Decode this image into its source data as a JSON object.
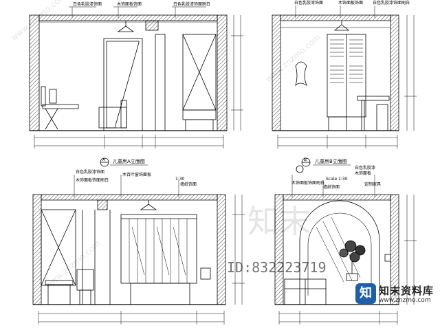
{
  "views": {
    "top_left": {
      "title": "儿童房A立面图",
      "marker": "A",
      "notes": [
        "白色乳胶漆饰面",
        "木饰面板饰面",
        "白色乳胶漆饰面刷白"
      ]
    },
    "top_right": {
      "title": "儿童房B立面图",
      "marker": "B",
      "notes": [
        "白色乳胶漆饰面",
        "木饰面板饰面",
        "白色乳胶漆饰面刷白"
      ]
    },
    "bottom_left": {
      "notes": [
        "白色乳胶漆饰面",
        "木饰面板饰面刷白",
        "木百叶窗饰面板",
        "1:30",
        "墙纸饰面"
      ]
    },
    "bottom_right": {
      "scale": "Scale 1:30",
      "notes": [
        "白色乳胶漆",
        "木饰面板",
        "木饰面板饰面刷白",
        "墙纸饰面",
        "定制家具"
      ]
    }
  },
  "watermark": {
    "big_text": "知末",
    "id_text": "ID:832223719",
    "site_text": "www.znzmo.com"
  },
  "logo": {
    "name": "知末资料库",
    "url": "www.znzmo.com",
    "mark_char": "知"
  },
  "colors": {
    "line": "#000000",
    "paper": "#ffffff",
    "logo_blue": "#1f5fa8"
  }
}
